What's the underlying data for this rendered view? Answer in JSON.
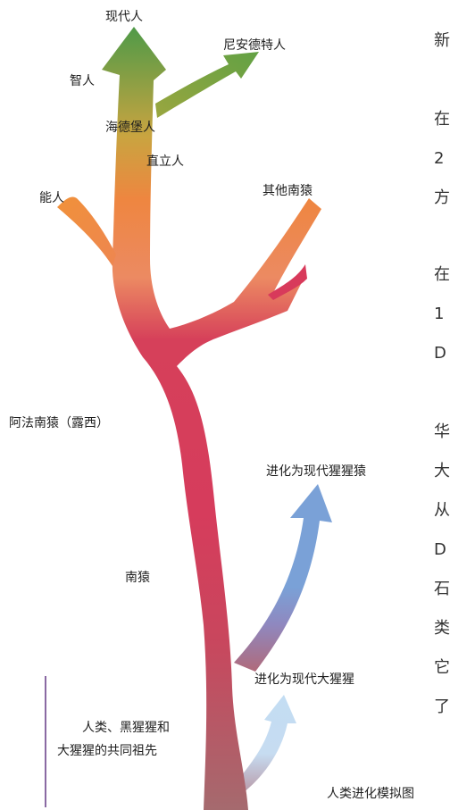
{
  "colors": {
    "root": "#a56a6e",
    "main_trunk": "#d63c5c",
    "upper_orange": "#ee8640",
    "top_green": "#5aa047",
    "chimp_branch": "#7aa1d7",
    "gorilla_branch": "#c3ddf3",
    "timeline": "#8a6aa3"
  },
  "labels": {
    "modern_human": "现代人",
    "neanderthal": "尼安德特人",
    "sapiens": "智人",
    "heidelberg": "海德堡人",
    "erectus": "直立人",
    "habilis": "能人",
    "other_australopith": "其他南猿",
    "lucy": "阿法南猿（露西）",
    "chimp": "进化为现代猩猩猿",
    "australopith": "南猿",
    "gorilla": "进化为现代大猩猩",
    "common_ancestor_1": "人类、黑猩猩和",
    "common_ancestor_2": "大猩猩的共同祖先",
    "caption": "人类进化模拟图"
  },
  "right_edge_text": [
    "新",
    "在",
    "2",
    "方",
    "在",
    "1",
    "D",
    "",
    "华",
    "大",
    "从",
    "D",
    "石",
    "类",
    "它",
    "了"
  ]
}
